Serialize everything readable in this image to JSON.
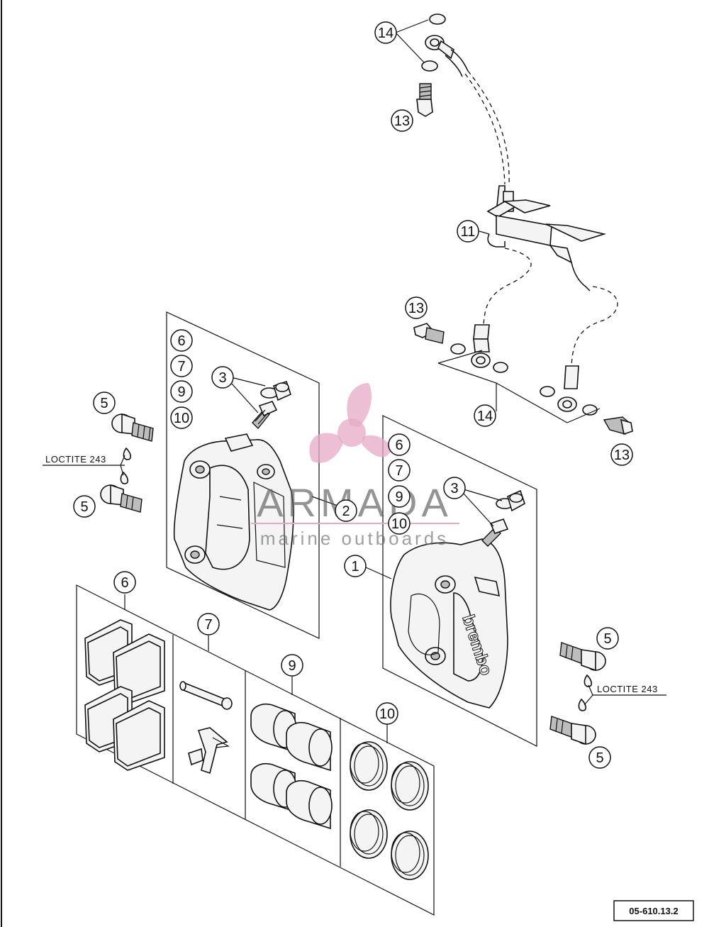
{
  "callouts": [
    {
      "num": "14"
    },
    {
      "num": "13"
    },
    {
      "num": "11"
    },
    {
      "num": "13"
    },
    {
      "num": "14"
    },
    {
      "num": "13"
    },
    {
      "num": "6"
    },
    {
      "num": "7"
    },
    {
      "num": "9"
    },
    {
      "num": "10"
    },
    {
      "num": "3"
    },
    {
      "num": "5"
    },
    {
      "num": "5"
    },
    {
      "num": "2"
    },
    {
      "num": "6"
    },
    {
      "num": "7"
    },
    {
      "num": "9"
    },
    {
      "num": "10"
    },
    {
      "num": "3"
    },
    {
      "num": "1"
    },
    {
      "num": "6"
    },
    {
      "num": "7"
    },
    {
      "num": "9"
    },
    {
      "num": "10"
    },
    {
      "num": "5"
    },
    {
      "num": "5"
    }
  ],
  "notes": {
    "loctite_left": "LOCTITE 243",
    "loctite_right": "LOCTITE 243"
  },
  "figure_ref": "05-610.13.2",
  "caliper_brand": "brembo",
  "watermark": {
    "title": "ARMADA",
    "subtitle": "marine outboards",
    "color": "#e6a9c6"
  }
}
